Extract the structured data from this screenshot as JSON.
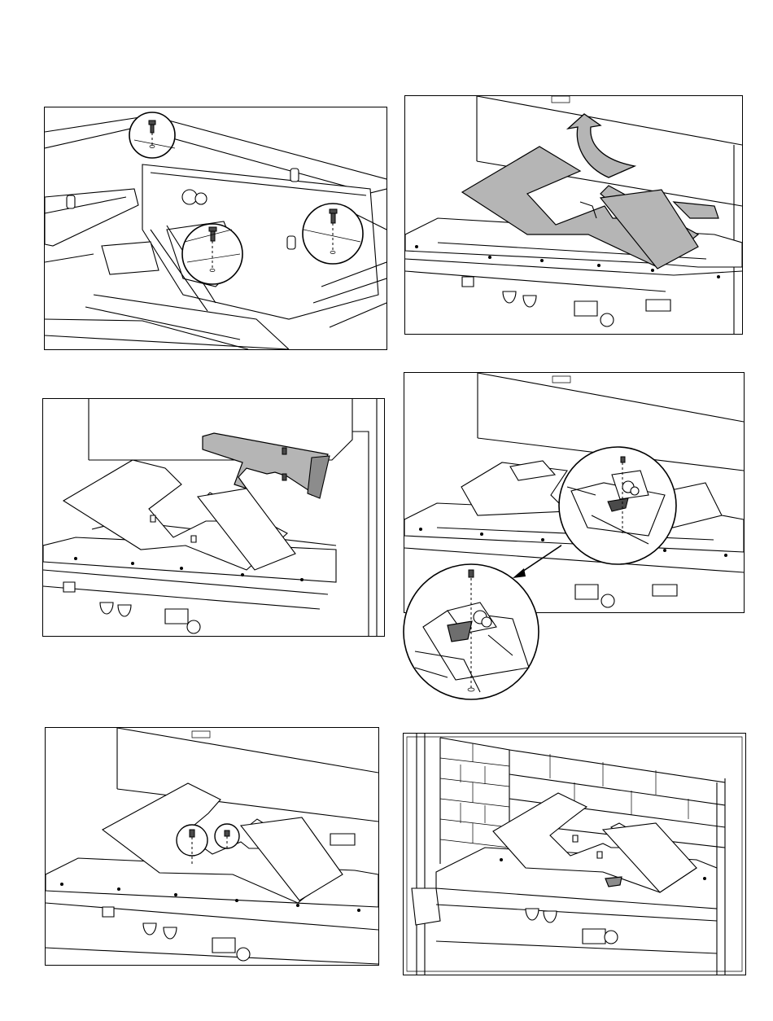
{
  "page": {
    "figures": [
      {
        "id": "fig-1",
        "description_visible": false
      },
      {
        "id": "fig-2",
        "description_visible": false
      },
      {
        "id": "fig-3",
        "description_visible": false
      },
      {
        "id": "fig-4",
        "description_visible": false
      },
      {
        "id": "fig-5",
        "description_visible": false
      },
      {
        "id": "fig-6",
        "description_visible": false
      }
    ]
  },
  "colors": {
    "line": "#000000",
    "highlight_part": "#b5b5b5",
    "dark_part": "#4a4a4a",
    "background": "#ffffff"
  },
  "icons": [
    "screw-icon",
    "rotate-arrow-icon",
    "callout-circle",
    "pointer-arrow"
  ]
}
